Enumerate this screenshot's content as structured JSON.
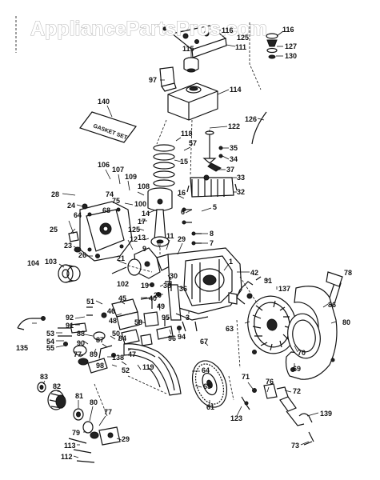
{
  "watermark": "AppliancePartsPros.com",
  "gasket_set_text": "GASKET SET",
  "callouts": [
    {
      "id": "c1",
      "text": "116"
    },
    {
      "id": "c2",
      "text": "125"
    },
    {
      "id": "c3",
      "text": "127"
    },
    {
      "id": "c4",
      "text": "130"
    },
    {
      "id": "c5",
      "text": "115"
    },
    {
      "id": "c6",
      "text": "111"
    },
    {
      "id": "c7",
      "text": "97"
    },
    {
      "id": "c8",
      "text": "114"
    },
    {
      "id": "c9",
      "text": "140"
    },
    {
      "id": "c10",
      "text": "126"
    },
    {
      "id": "c11",
      "text": "122"
    },
    {
      "id": "c12",
      "text": "118"
    },
    {
      "id": "c13",
      "text": "57"
    },
    {
      "id": "c14",
      "text": "35"
    },
    {
      "id": "c15",
      "text": "34"
    },
    {
      "id": "c16",
      "text": "15"
    },
    {
      "id": "c17",
      "text": "37"
    },
    {
      "id": "c18",
      "text": "106"
    },
    {
      "id": "c19",
      "text": "107"
    },
    {
      "id": "c20",
      "text": "109"
    },
    {
      "id": "c21",
      "text": "33"
    },
    {
      "id": "c22",
      "text": "108"
    },
    {
      "id": "c23",
      "text": "32"
    },
    {
      "id": "c24",
      "text": "28"
    },
    {
      "id": "c25",
      "text": "74"
    },
    {
      "id": "c26",
      "text": "75"
    },
    {
      "id": "c27",
      "text": "16"
    },
    {
      "id": "c28",
      "text": "24"
    },
    {
      "id": "c29",
      "text": "100"
    },
    {
      "id": "c30",
      "text": "14"
    },
    {
      "id": "c31",
      "text": "6"
    },
    {
      "id": "c32",
      "text": "5"
    },
    {
      "id": "c33",
      "text": "68"
    },
    {
      "id": "c34",
      "text": "17"
    },
    {
      "id": "c35",
      "text": "64"
    },
    {
      "id": "c36",
      "text": "125"
    },
    {
      "id": "c37",
      "text": "25"
    },
    {
      "id": "c38",
      "text": "12"
    },
    {
      "id": "c39",
      "text": "8"
    },
    {
      "id": "c40",
      "text": "7"
    },
    {
      "id": "c41",
      "text": "26"
    },
    {
      "id": "c42",
      "text": "23"
    },
    {
      "id": "c43",
      "text": "13"
    },
    {
      "id": "c44",
      "text": "11"
    },
    {
      "id": "c45",
      "text": "29"
    },
    {
      "id": "c46",
      "text": "9"
    },
    {
      "id": "c47",
      "text": "104"
    },
    {
      "id": "c48",
      "text": "103"
    },
    {
      "id": "c49",
      "text": "21"
    },
    {
      "id": "c50",
      "text": "1"
    },
    {
      "id": "c51",
      "text": "42"
    },
    {
      "id": "c52",
      "text": "19"
    },
    {
      "id": "c53",
      "text": "30"
    },
    {
      "id": "c54",
      "text": "36"
    },
    {
      "id": "c55",
      "text": "78"
    },
    {
      "id": "c56",
      "text": "102"
    },
    {
      "id": "c57",
      "text": "38"
    },
    {
      "id": "c58",
      "text": "31"
    },
    {
      "id": "c59",
      "text": "20"
    },
    {
      "id": "c60",
      "text": "137"
    },
    {
      "id": "c61",
      "text": "51"
    },
    {
      "id": "c62",
      "text": "45"
    },
    {
      "id": "c63",
      "text": "40"
    },
    {
      "id": "c64",
      "text": "49"
    },
    {
      "id": "c65",
      "text": "92"
    },
    {
      "id": "c66",
      "text": "46"
    },
    {
      "id": "c67",
      "text": "91"
    },
    {
      "id": "c68",
      "text": "48"
    },
    {
      "id": "c69",
      "text": "3"
    },
    {
      "id": "c70",
      "text": "86"
    },
    {
      "id": "c71",
      "text": "53"
    },
    {
      "id": "c72",
      "text": "54"
    },
    {
      "id": "c73",
      "text": "58"
    },
    {
      "id": "c74",
      "text": "95"
    },
    {
      "id": "c75",
      "text": "55"
    },
    {
      "id": "c76",
      "text": "88"
    },
    {
      "id": "c77",
      "text": "63"
    },
    {
      "id": "c78",
      "text": "80"
    },
    {
      "id": "c79",
      "text": "135"
    },
    {
      "id": "c80",
      "text": "90"
    },
    {
      "id": "c81",
      "text": "50"
    },
    {
      "id": "c82",
      "text": "87"
    },
    {
      "id": "c83",
      "text": "84"
    },
    {
      "id": "c84",
      "text": "89"
    },
    {
      "id": "c85",
      "text": "96"
    },
    {
      "id": "c86",
      "text": "94"
    },
    {
      "id": "c87",
      "text": "77"
    },
    {
      "id": "c88",
      "text": "47"
    },
    {
      "id": "c89",
      "text": "67"
    },
    {
      "id": "c90",
      "text": "70"
    },
    {
      "id": "c91",
      "text": "138"
    },
    {
      "id": "c92",
      "text": "52"
    },
    {
      "id": "c93",
      "text": "98"
    },
    {
      "id": "c94",
      "text": "119"
    },
    {
      "id": "c95",
      "text": "69"
    },
    {
      "id": "c96",
      "text": "64"
    },
    {
      "id": "c97",
      "text": "65"
    },
    {
      "id": "c98",
      "text": "71"
    },
    {
      "id": "c99",
      "text": "76"
    },
    {
      "id": "c100",
      "text": "72"
    },
    {
      "id": "c101",
      "text": "83"
    },
    {
      "id": "c102",
      "text": "82"
    },
    {
      "id": "c103",
      "text": "81"
    },
    {
      "id": "c104",
      "text": "61"
    },
    {
      "id": "c105",
      "text": "123"
    },
    {
      "id": "c106",
      "text": "80"
    },
    {
      "id": "c107",
      "text": "77"
    },
    {
      "id": "c108",
      "text": "139"
    },
    {
      "id": "c109",
      "text": "79"
    },
    {
      "id": "c110",
      "text": "29"
    },
    {
      "id": "c111",
      "text": "73"
    },
    {
      "id": "c112",
      "text": "113"
    },
    {
      "id": "c113",
      "text": "112"
    }
  ]
}
